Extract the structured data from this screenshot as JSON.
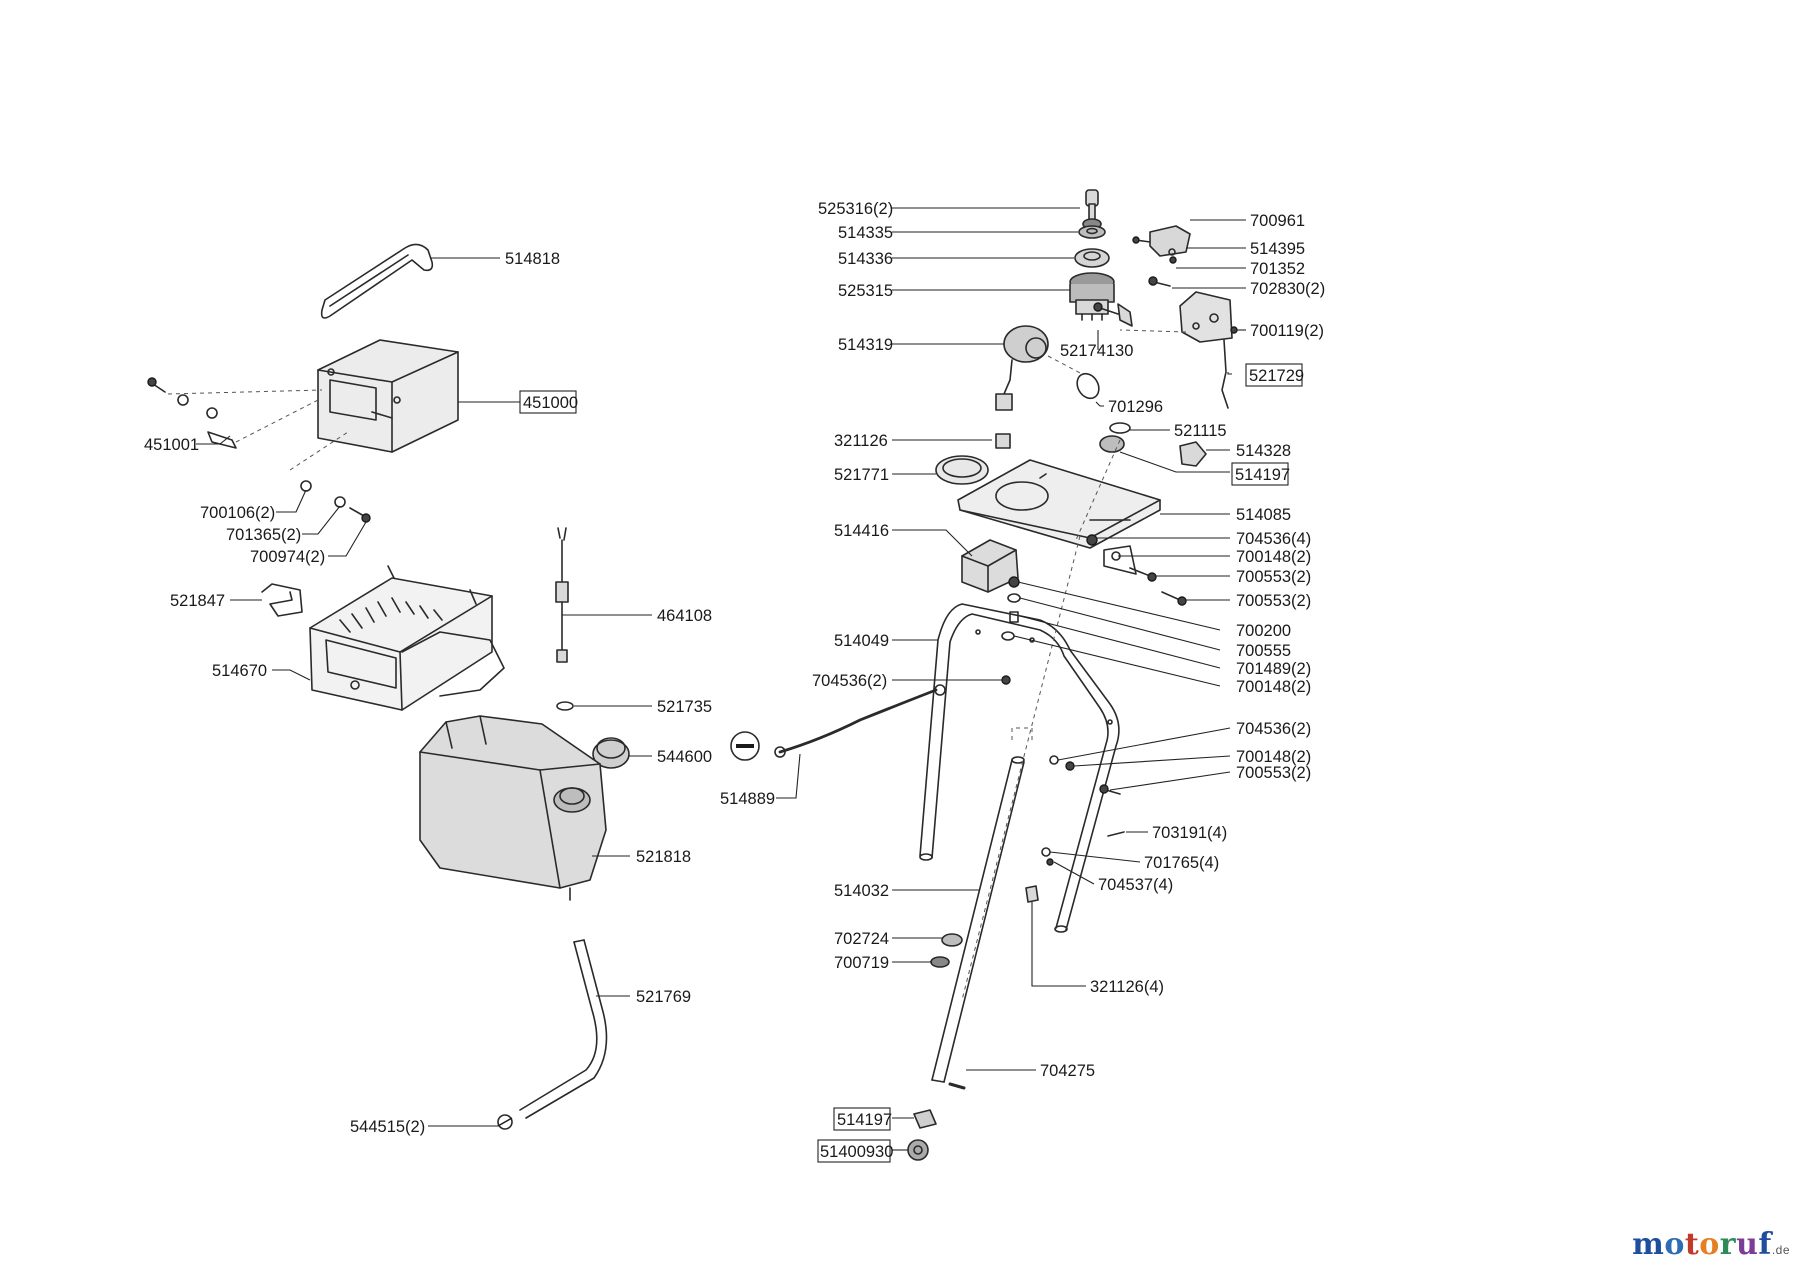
{
  "labels": {
    "l514818": "514818",
    "l451000": "451000",
    "l451001": "451001",
    "l700106": "700106(2)",
    "l701365": "701365(2)",
    "l700974": "700974(2)",
    "l521847": "521847",
    "l514670": "514670",
    "l464108": "464108",
    "l521735": "521735",
    "l544600": "544600",
    "l514889": "514889",
    "l521818": "521818",
    "l521769": "521769",
    "l544515": "544515(2)",
    "l525316": "525316(2)",
    "l514335": "514335",
    "l514336": "514336",
    "l525315": "525315",
    "l514319": "514319",
    "l52174130": "52174130",
    "l701296": "701296",
    "l700961": "700961",
    "l514395": "514395",
    "l701352": "701352",
    "l702830": "702830(2)",
    "l700119": "700119(2)",
    "l521729": "521729",
    "l321126a": "321126",
    "l521771": "521771",
    "l521115": "521115",
    "l514328": "514328",
    "l514197a": "514197",
    "l514085": "514085",
    "l514416": "514416",
    "l704536a": "704536(4)",
    "l700148a": "700148(2)",
    "l700553a": "700553(2)",
    "l700553b": "700553(2)",
    "l700200": "700200",
    "l700555": "700555",
    "l701489": "701489(2)",
    "l700148b": "700148(2)",
    "l514049": "514049",
    "l704536b": "704536(2)",
    "l704536c": "704536(2)",
    "l700148c": "700148(2)",
    "l700553c": "700553(2)",
    "l703191": "703191(4)",
    "l701765": "701765(4)",
    "l704537": "704537(4)",
    "l514032": "514032",
    "l702724": "702724",
    "l700719": "700719",
    "l321126b": "321126(4)",
    "l704275": "704275",
    "l514197b": "514197",
    "l51400930": "51400930"
  },
  "logo": {
    "letters": [
      "m",
      "o",
      "t",
      "o",
      "r",
      "u",
      "f"
    ],
    "suffix": ".de"
  },
  "colors": {
    "logo": [
      "#1f4e9c",
      "#2e6db5",
      "#c0392b",
      "#e67e22",
      "#2e8b57",
      "#7d3c98",
      "#1f4e9c"
    ],
    "line": "#2a2a2a"
  }
}
